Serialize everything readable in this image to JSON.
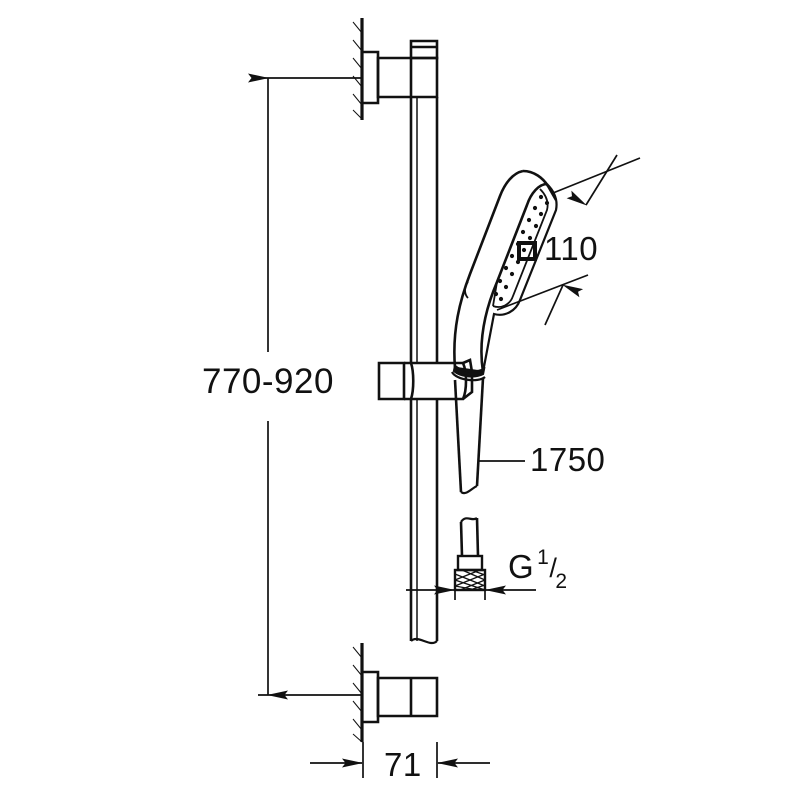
{
  "drawing": {
    "kind": "technical-dimension-drawing",
    "subject": "shower rail set with hand shower and hose",
    "line_color": "#111111",
    "background_color": "#ffffff"
  },
  "dimensions": {
    "rail_height": {
      "value": "770-920",
      "unit": "mm",
      "orientation": "vertical",
      "description": "adjustable shower rail bracket spacing"
    },
    "shower_head": {
      "symbol": "square",
      "value": "110",
      "unit": "mm",
      "orientation": "diagonal",
      "description": "square hand shower spray face 110 mm"
    },
    "hose_length": {
      "value": "1750",
      "unit": "mm",
      "orientation": "horizontal-leader",
      "description": "shower hose length"
    },
    "wall_offset": {
      "value": "71",
      "unit": "mm",
      "orientation": "horizontal",
      "description": "projection of rail from wall"
    },
    "thread": {
      "prefix": "G",
      "numerator": "1",
      "slash": "/",
      "denominator": "2",
      "description": "hose connection thread G 1/2"
    }
  },
  "parts": [
    {
      "name": "wall",
      "label": "hatched wall section"
    },
    {
      "name": "upper-bracket",
      "label": "upper wall bracket"
    },
    {
      "name": "lower-bracket",
      "label": "lower wall bracket"
    },
    {
      "name": "shower-rail",
      "label": "vertical shower rail"
    },
    {
      "name": "sliding-holder",
      "label": "adjustable hand shower holder"
    },
    {
      "name": "hand-shower",
      "label": "hand shower with square spray face"
    },
    {
      "name": "shower-hose",
      "label": "flexible shower hose with break symbol"
    },
    {
      "name": "hose-nut",
      "label": "knurled hose connection nut"
    }
  ]
}
